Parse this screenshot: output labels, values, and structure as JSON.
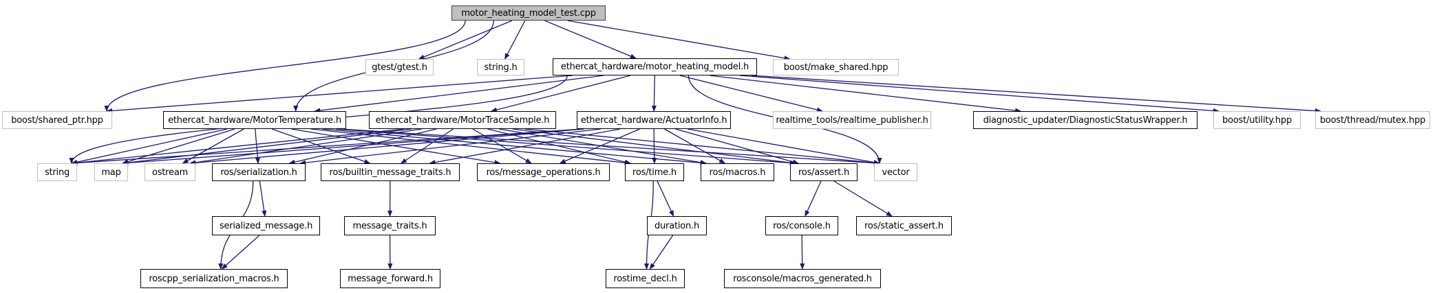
{
  "diagram": {
    "type": "include-dependency-graph",
    "edge_color": "#191970",
    "node_colors": {
      "root_fill": "#bfbfbf",
      "documented_border": "#000000",
      "external_border": "#bfbfbf"
    },
    "nodes": [
      {
        "id": "root",
        "label": "motor_heating_model_test.cpp",
        "kind": "root"
      },
      {
        "id": "gtest",
        "label": "gtest/gtest.h",
        "kind": "ext"
      },
      {
        "id": "string_h",
        "label": "string.h",
        "kind": "ext"
      },
      {
        "id": "mhm",
        "label": "ethercat_hardware/motor_heating_model.h",
        "kind": "doc"
      },
      {
        "id": "make_shared",
        "label": "boost/make_shared.hpp",
        "kind": "ext"
      },
      {
        "id": "shared_ptr",
        "label": "boost/shared_ptr.hpp",
        "kind": "ext"
      },
      {
        "id": "motor_temp",
        "label": "ethercat_hardware/MotorTemperature.h",
        "kind": "doc"
      },
      {
        "id": "trace_sample",
        "label": "ethercat_hardware/MotorTraceSample.h",
        "kind": "doc"
      },
      {
        "id": "actuator_info",
        "label": "ethercat_hardware/ActuatorInfo.h",
        "kind": "doc"
      },
      {
        "id": "rt_pub",
        "label": "realtime_tools/realtime_publisher.h",
        "kind": "ext"
      },
      {
        "id": "diag",
        "label": "diagnostic_updater/DiagnosticStatusWrapper.h",
        "kind": "doc"
      },
      {
        "id": "utility",
        "label": "boost/utility.hpp",
        "kind": "ext"
      },
      {
        "id": "mutex",
        "label": "boost/thread/mutex.hpp",
        "kind": "ext"
      },
      {
        "id": "string",
        "label": "string",
        "kind": "ext"
      },
      {
        "id": "map",
        "label": "map",
        "kind": "ext"
      },
      {
        "id": "ostream",
        "label": "ostream",
        "kind": "ext"
      },
      {
        "id": "serialization",
        "label": "ros/serialization.h",
        "kind": "doc"
      },
      {
        "id": "builtin_traits",
        "label": "ros/builtin_message_traits.h",
        "kind": "doc"
      },
      {
        "id": "msg_ops",
        "label": "ros/message_operations.h",
        "kind": "doc"
      },
      {
        "id": "time",
        "label": "ros/time.h",
        "kind": "doc"
      },
      {
        "id": "macros",
        "label": "ros/macros.h",
        "kind": "doc"
      },
      {
        "id": "assert",
        "label": "ros/assert.h",
        "kind": "doc"
      },
      {
        "id": "vector",
        "label": "vector",
        "kind": "ext"
      },
      {
        "id": "serialized_msg",
        "label": "serialized_message.h",
        "kind": "doc"
      },
      {
        "id": "msg_traits",
        "label": "message_traits.h",
        "kind": "doc"
      },
      {
        "id": "duration",
        "label": "duration.h",
        "kind": "doc"
      },
      {
        "id": "console",
        "label": "ros/console.h",
        "kind": "doc"
      },
      {
        "id": "static_assert",
        "label": "ros/static_assert.h",
        "kind": "doc"
      },
      {
        "id": "ser_macros",
        "label": "roscpp_serialization_macros.h",
        "kind": "doc"
      },
      {
        "id": "msg_forward",
        "label": "message_forward.h",
        "kind": "doc"
      },
      {
        "id": "rostime_decl",
        "label": "rostime_decl.h",
        "kind": "doc"
      },
      {
        "id": "macros_gen",
        "label": "rosconsole/macros_generated.h",
        "kind": "doc"
      }
    ],
    "edges": [
      [
        "root",
        "gtest"
      ],
      [
        "root",
        "string_h"
      ],
      [
        "root",
        "mhm"
      ],
      [
        "root",
        "make_shared"
      ],
      [
        "root",
        "motor_temp"
      ],
      [
        "root",
        "shared_ptr"
      ],
      [
        "mhm",
        "shared_ptr"
      ],
      [
        "mhm",
        "motor_temp"
      ],
      [
        "mhm",
        "trace_sample"
      ],
      [
        "mhm",
        "actuator_info"
      ],
      [
        "mhm",
        "rt_pub"
      ],
      [
        "mhm",
        "diag"
      ],
      [
        "mhm",
        "utility"
      ],
      [
        "mhm",
        "mutex"
      ],
      [
        "mhm",
        "string"
      ],
      [
        "mhm",
        "vector"
      ],
      [
        "motor_temp",
        "string"
      ],
      [
        "motor_temp",
        "map"
      ],
      [
        "motor_temp",
        "ostream"
      ],
      [
        "motor_temp",
        "serialization"
      ],
      [
        "motor_temp",
        "builtin_traits"
      ],
      [
        "motor_temp",
        "msg_ops"
      ],
      [
        "motor_temp",
        "time"
      ],
      [
        "motor_temp",
        "macros"
      ],
      [
        "motor_temp",
        "assert"
      ],
      [
        "motor_temp",
        "vector"
      ],
      [
        "trace_sample",
        "string"
      ],
      [
        "trace_sample",
        "map"
      ],
      [
        "trace_sample",
        "ostream"
      ],
      [
        "trace_sample",
        "serialization"
      ],
      [
        "trace_sample",
        "builtin_traits"
      ],
      [
        "trace_sample",
        "msg_ops"
      ],
      [
        "trace_sample",
        "time"
      ],
      [
        "trace_sample",
        "macros"
      ],
      [
        "trace_sample",
        "assert"
      ],
      [
        "trace_sample",
        "vector"
      ],
      [
        "actuator_info",
        "string"
      ],
      [
        "actuator_info",
        "map"
      ],
      [
        "actuator_info",
        "ostream"
      ],
      [
        "actuator_info",
        "serialization"
      ],
      [
        "actuator_info",
        "builtin_traits"
      ],
      [
        "actuator_info",
        "msg_ops"
      ],
      [
        "actuator_info",
        "time"
      ],
      [
        "actuator_info",
        "macros"
      ],
      [
        "actuator_info",
        "assert"
      ],
      [
        "actuator_info",
        "vector"
      ],
      [
        "serialization",
        "serialized_msg"
      ],
      [
        "serialization",
        "ser_macros"
      ],
      [
        "serialized_msg",
        "ser_macros"
      ],
      [
        "builtin_traits",
        "msg_traits"
      ],
      [
        "msg_traits",
        "msg_forward"
      ],
      [
        "time",
        "duration"
      ],
      [
        "time",
        "rostime_decl"
      ],
      [
        "duration",
        "rostime_decl"
      ],
      [
        "assert",
        "console"
      ],
      [
        "assert",
        "static_assert"
      ],
      [
        "console",
        "macros_gen"
      ]
    ]
  }
}
